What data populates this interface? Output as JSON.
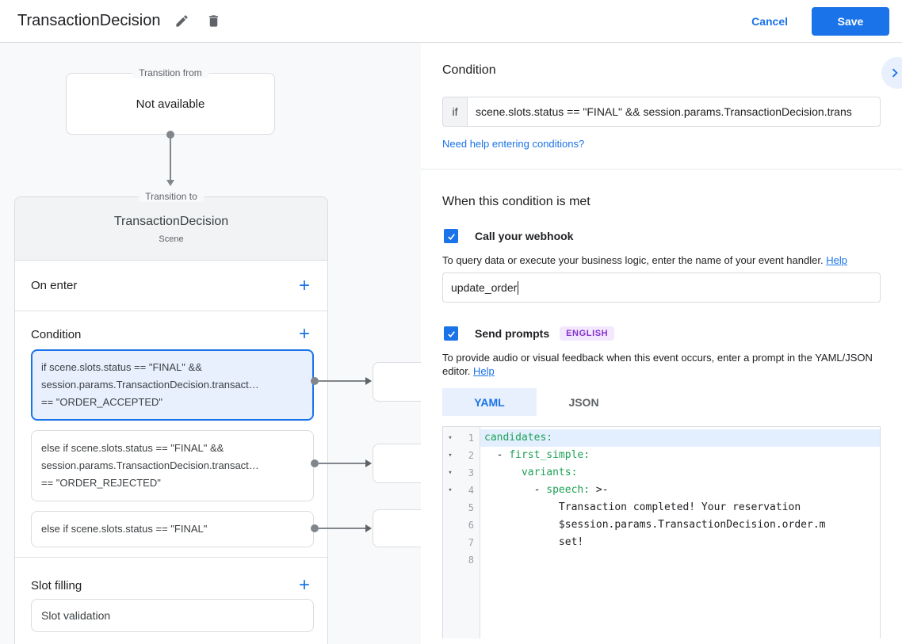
{
  "header": {
    "title": "TransactionDecision",
    "cancel_label": "Cancel",
    "save_label": "Save"
  },
  "diagram": {
    "transition_from": {
      "label": "Transition from",
      "content": "Not available"
    },
    "transition_to": {
      "label": "Transition to",
      "title": "TransactionDecision",
      "subtitle": "Scene",
      "on_enter_label": "On enter",
      "condition_label": "Condition",
      "slot_filling_label": "Slot filling",
      "slot_item": "Slot validation",
      "condition_items": [
        {
          "selected": true,
          "lines": [
            "if scene.slots.status == \"FINAL\" &&",
            "session.params.TransactionDecision.transact…",
            "== \"ORDER_ACCEPTED\""
          ]
        },
        {
          "selected": false,
          "lines": [
            "else if scene.slots.status == \"FINAL\" &&",
            "session.params.TransactionDecision.transact…",
            "== \"ORDER_REJECTED\""
          ]
        },
        {
          "selected": false,
          "lines": [
            "else if scene.slots.status == \"FINAL\""
          ]
        }
      ]
    }
  },
  "panel": {
    "condition": {
      "heading": "Condition",
      "if_label": "if",
      "if_value": "scene.slots.status == \"FINAL\" && session.params.TransactionDecision.trans",
      "help_link": "Need help entering conditions?"
    },
    "when_met": {
      "heading": "When this condition is met",
      "webhook": {
        "label": "Call your webhook",
        "checked": true,
        "description": "To query data or execute your business logic, enter the name of your event handler.",
        "help_label": "Help",
        "value": "update_order"
      },
      "prompts": {
        "label": "Send prompts",
        "badge": "ENGLISH",
        "checked": true,
        "description": "To provide audio or visual feedback when this event occurs, enter a prompt in the YAML/JSON editor.",
        "help_label": "Help"
      },
      "tabs": [
        {
          "label": "YAML",
          "active": true
        },
        {
          "label": "JSON",
          "active": false
        }
      ],
      "editor": {
        "lines": [
          {
            "num": 1,
            "fold": true,
            "highlight": true,
            "tokens": [
              {
                "t": "candidates:",
                "c": "key"
              }
            ]
          },
          {
            "num": 2,
            "fold": true,
            "tokens": [
              {
                "t": "  - ",
                "c": "plain"
              },
              {
                "t": "first_simple:",
                "c": "key"
              }
            ]
          },
          {
            "num": 3,
            "fold": true,
            "tokens": [
              {
                "t": "      ",
                "c": "plain"
              },
              {
                "t": "variants:",
                "c": "key"
              }
            ]
          },
          {
            "num": 4,
            "fold": true,
            "tokens": [
              {
                "t": "        - ",
                "c": "plain"
              },
              {
                "t": "speech:",
                "c": "key"
              },
              {
                "t": " >-",
                "c": "plain"
              }
            ]
          },
          {
            "num": 5,
            "fold": false,
            "tokens": [
              {
                "t": "            Transaction completed! Your reservation",
                "c": "plain"
              }
            ]
          },
          {
            "num": 6,
            "fold": false,
            "tokens": [
              {
                "t": "            $session.params.TransactionDecision.order.m",
                "c": "plain"
              }
            ]
          },
          {
            "num": 7,
            "fold": false,
            "tokens": [
              {
                "t": "            set!",
                "c": "plain"
              }
            ]
          },
          {
            "num": 8,
            "fold": false,
            "tokens": []
          }
        ]
      }
    }
  },
  "colors": {
    "accent_blue": "#1a73e8",
    "selection_bg": "#e8f0fe",
    "badge_bg": "#f3e8fd",
    "badge_text": "#8430ce",
    "code_key_green": "#1ea156",
    "active_line_bg": "#e3effe",
    "canvas_bg": "#f8f9fa",
    "card_header_bg": "#f1f3f4",
    "border": "#dadce0"
  }
}
